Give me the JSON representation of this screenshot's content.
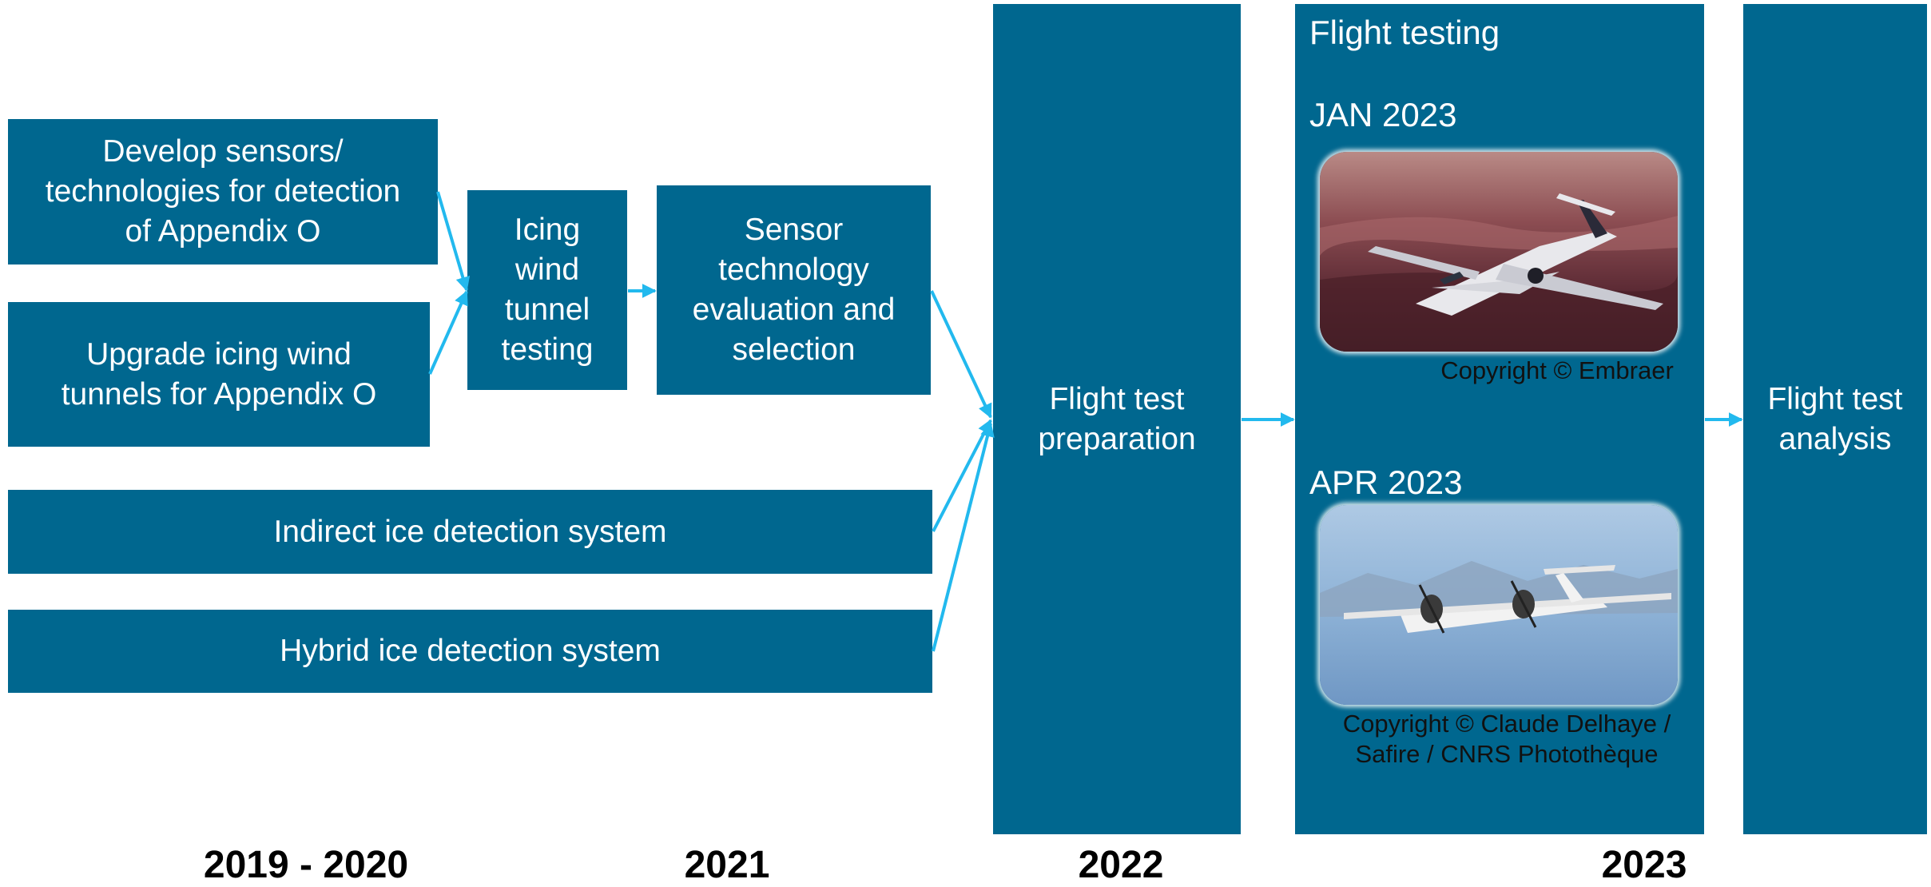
{
  "colors": {
    "box_fill": "#00678f",
    "arrow": "#22b9ee",
    "year_text": "#000000",
    "caption_text": "#111111"
  },
  "boxes": {
    "develop_sensors": "Develop sensors/\ntechnologies for detection\nof Appendix O",
    "upgrade_tunnels": "Upgrade icing wind\ntunnels for Appendix O",
    "icing_testing": "Icing\nwind\ntunnel\ntesting",
    "sensor_eval": "Sensor\ntechnology\nevaluation and\nselection",
    "indirect": "Indirect ice detection system",
    "hybrid": "Hybrid ice detection system",
    "flight_prep": "Flight test\npreparation",
    "flight_analysis": "Flight test\nanalysis"
  },
  "flight_testing": {
    "title": "Flight testing",
    "jan_label": "JAN 2023",
    "jan_caption": "Copyright © Embraer",
    "apr_label": "APR 2023",
    "apr_caption": "Copyright © Claude Delhaye /\nSafire / CNRS Photothèque"
  },
  "years": [
    "2019 - 2020",
    "2021",
    "2022",
    "2023"
  ]
}
